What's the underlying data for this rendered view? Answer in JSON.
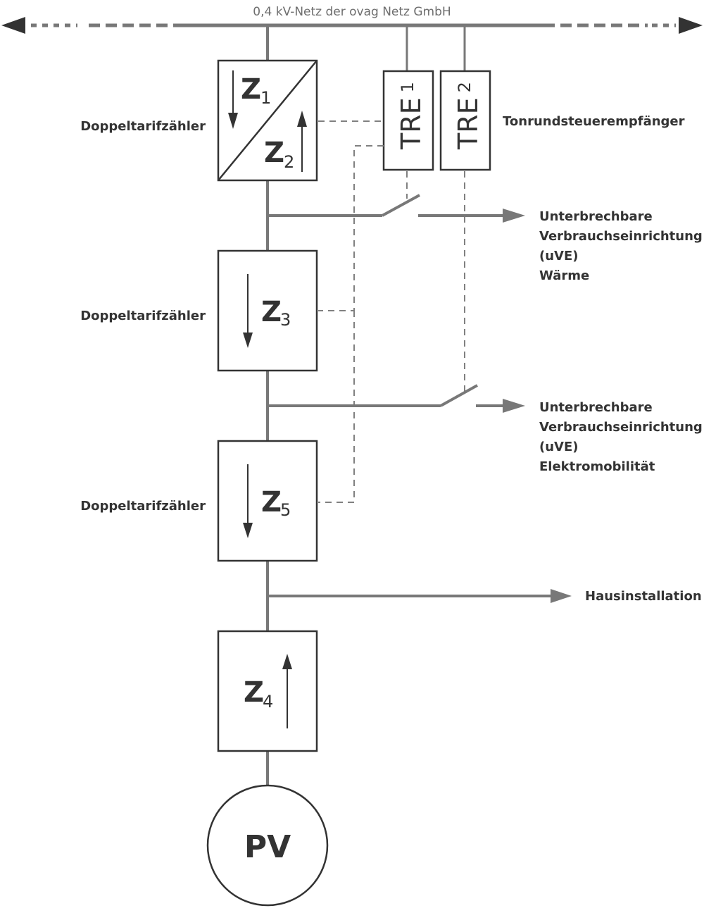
{
  "network": {
    "title": "0,4 kV-Netz der ovag Netz GmbH"
  },
  "meters": {
    "z1": {
      "letter": "Z",
      "index": "1",
      "direction": "down"
    },
    "z2": {
      "letter": "Z",
      "index": "2",
      "direction": "up"
    },
    "z3": {
      "letter": "Z",
      "index": "3",
      "direction": "down"
    },
    "z5": {
      "letter": "Z",
      "index": "5",
      "direction": "down"
    },
    "z4": {
      "letter": "Z",
      "index": "4",
      "direction": "up"
    }
  },
  "receivers": {
    "tre1": {
      "label": "TRE",
      "index": "1"
    },
    "tre2": {
      "label": "TRE",
      "index": "2"
    },
    "caption": "Tonrundsteuerempfänger"
  },
  "labels": {
    "doppeltarif_1": "Doppeltarifzähler",
    "doppeltarif_2": "Doppeltarifzähler",
    "doppeltarif_3": "Doppeltarifzähler"
  },
  "outputs": {
    "uve_waerme": [
      "Unterbrechbare",
      "Verbrauchseinrichtung",
      "(uVE)",
      "Wärme"
    ],
    "uve_emob": [
      "Unterbrechbare",
      "Verbrauchseinrichtung",
      "(uVE)",
      "Elektromobilität"
    ],
    "haus": "Hausinstallation"
  },
  "source": {
    "label": "PV"
  }
}
